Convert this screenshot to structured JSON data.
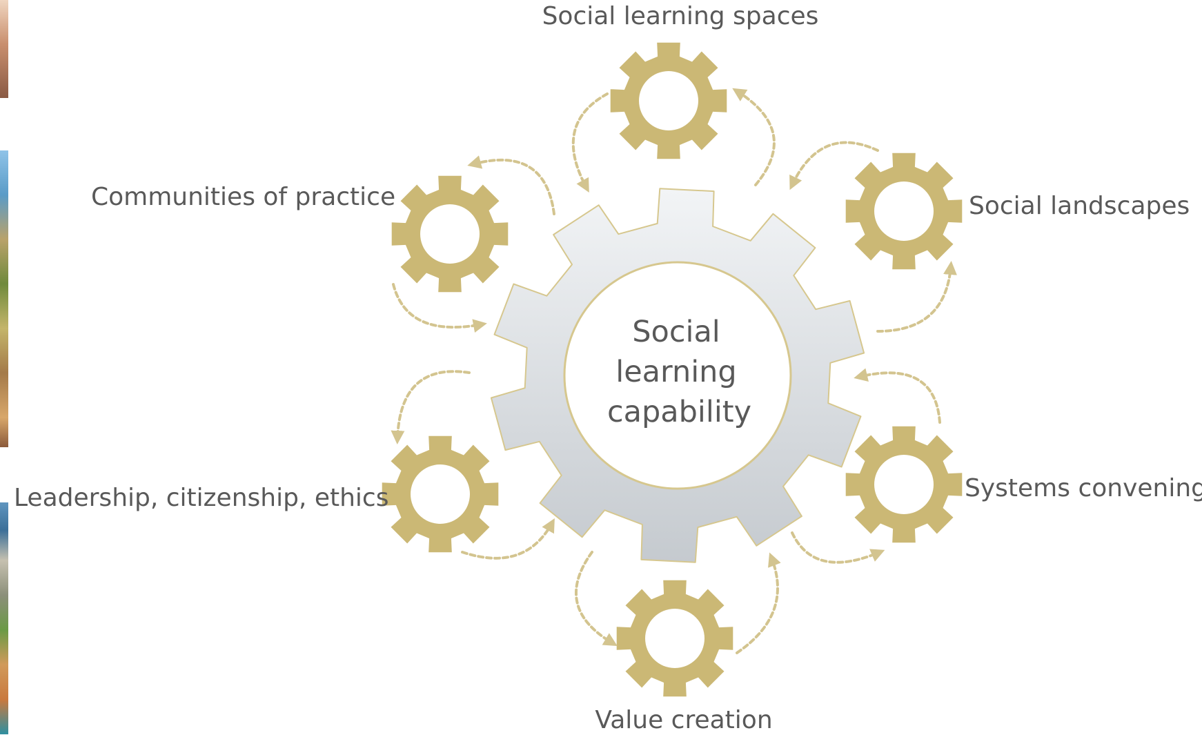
{
  "diagram": {
    "center": {
      "lines": [
        "Social",
        "learning",
        "capability"
      ]
    },
    "nodes": [
      {
        "id": "top",
        "label": "Social learning spaces"
      },
      {
        "id": "upper-right",
        "label": "Social landscapes"
      },
      {
        "id": "lower-right",
        "label": "Systems convening"
      },
      {
        "id": "bottom",
        "label": "Value creation"
      },
      {
        "id": "lower-left",
        "label": "Leadership, citizenship, ethics"
      },
      {
        "id": "upper-left",
        "label": "Communities of practice"
      }
    ],
    "colors": {
      "gear_gold": "#cbb875",
      "arrow_gold": "#d3c48f",
      "text_gray": "#595959",
      "center_gear_light": "#eef0f2",
      "center_gear_dark": "#c7cbcf",
      "center_gear_outline": "#d6c78e"
    }
  }
}
